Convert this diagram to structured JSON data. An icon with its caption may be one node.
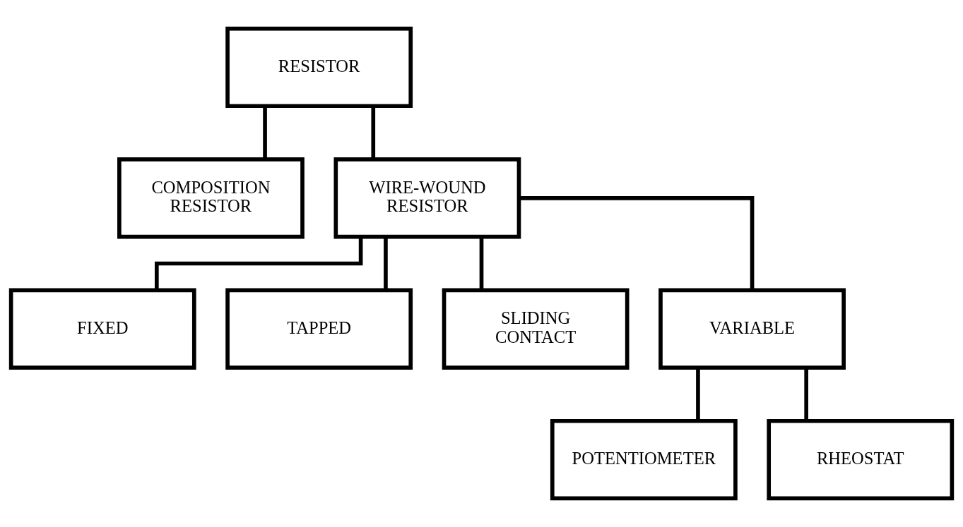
{
  "diagram": {
    "nodes": [
      {
        "text": [
          "RESISTOR"
        ]
      },
      {
        "text": [
          "COMPOSITION RESISTOR"
        ]
      },
      {
        "text": [
          "WIRE-WOUND RESISTOR"
        ]
      },
      {
        "text": [
          "FIXED"
        ]
      },
      {
        "text": [
          "TAPPED"
        ]
      },
      {
        "text": [
          "SLIDING CONTACT"
        ]
      },
      {
        "text": [
          "VARIABLE"
        ]
      },
      {
        "text": [
          "POTENTIOMETER"
        ]
      },
      {
        "text": [
          "RHEOSTAT"
        ]
      }
    ],
    "edges": [
      {
        "from": 0,
        "to": 1,
        "arrow": "none"
      },
      {
        "from": 0,
        "to": 2,
        "arrow": "none"
      },
      {
        "from": 2,
        "to": 3,
        "arrow": "none"
      },
      {
        "from": 2,
        "to": 4,
        "arrow": "none"
      },
      {
        "from": 2,
        "to": 5,
        "arrow": "none"
      },
      {
        "from": 2,
        "to": 6,
        "arrow": "none"
      },
      {
        "from": 6,
        "to": 7,
        "arrow": "none"
      },
      {
        "from": 6,
        "to": 8,
        "arrow": "none"
      }
    ]
  }
}
